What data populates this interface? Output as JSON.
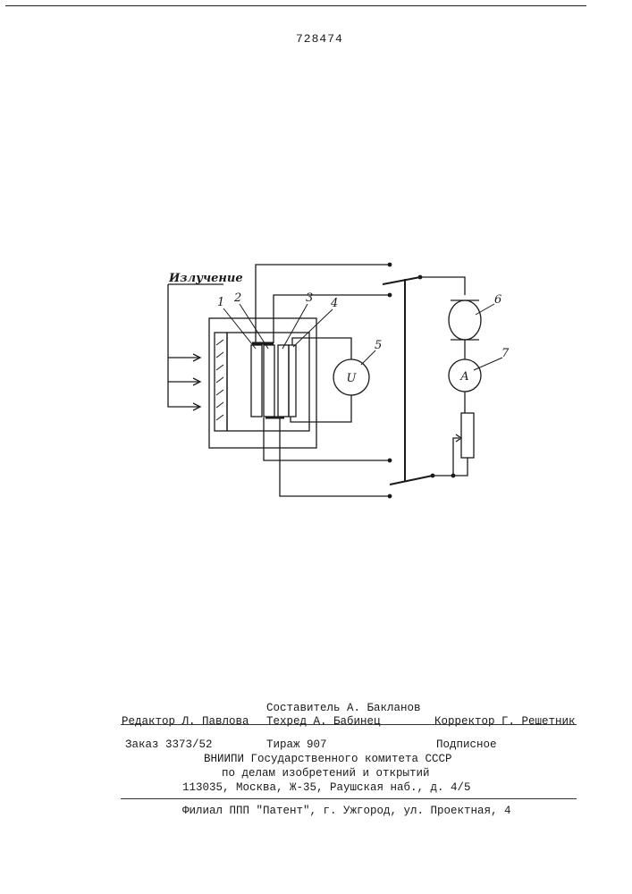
{
  "page": {
    "number": "728474"
  },
  "figure": {
    "radiation_label": "Излучение",
    "callouts": [
      "1",
      "2",
      "3",
      "4",
      "5",
      "6",
      "7"
    ],
    "voltmeter_symbol": "U",
    "ammeter_symbol": "A"
  },
  "footer": {
    "compiler": "Составитель А. Бакланов",
    "editor": "Редактор Л. Павлова",
    "techred": "Техред А. Бабинец",
    "corrector": "Корректор Г. Решетник",
    "order": "Заказ 3373/52",
    "circulation": "Тираж 907",
    "subscription": "Подписное",
    "institute_line1": "ВНИИПИ Государственного комитета СССР",
    "institute_line2": "по делам изобретений и открытий",
    "institute_address": "113035, Москва, Ж-35, Раушская наб., д. 4/5",
    "branch": "Филиал ППП \"Патент\", г. Ужгород, ул. Проектная, 4"
  }
}
